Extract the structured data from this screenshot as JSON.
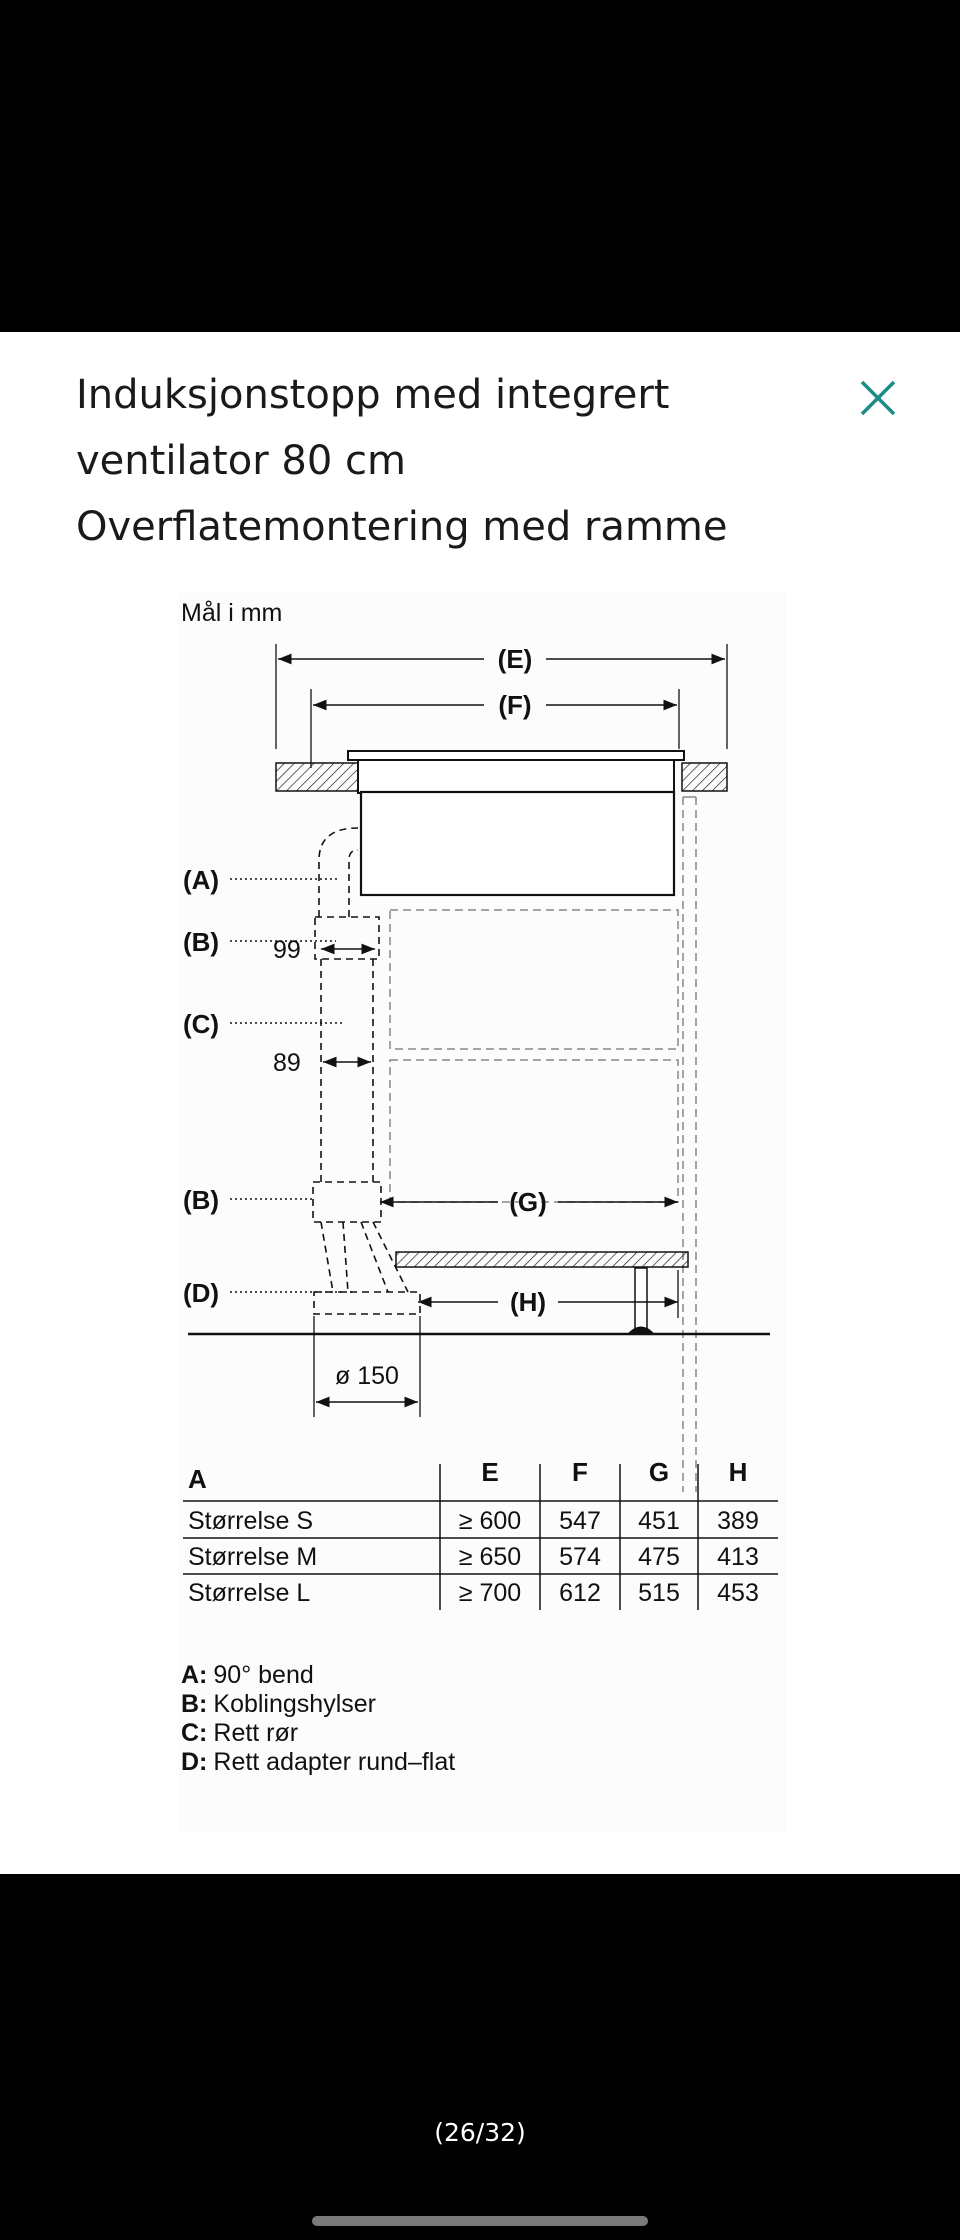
{
  "header": {
    "title_lines": [
      "Induksjonstopp med integrert",
      "ventilator 80 cm",
      "Overflatemontering med ramme"
    ],
    "close_icon": "close-x-icon",
    "accent_color": "#1e8c86"
  },
  "drawing": {
    "units_label": "Mål i mm",
    "dim_e": "(E)",
    "dim_f": "(F)",
    "dim_g": "(G)",
    "dim_h": "(H)",
    "callout_a": "(A)",
    "callout_b1": "(B)",
    "callout_c": "(C)",
    "callout_b2": "(B)",
    "callout_d": "(D)",
    "dim_99": "99",
    "dim_89": "89",
    "dim_diameter": "ø 150"
  },
  "table": {
    "headers": [
      "A",
      "E",
      "F",
      "G",
      "H"
    ],
    "rows": [
      [
        "Størrelse S",
        "≥ 600",
        "547",
        "451",
        "389"
      ],
      [
        "Størrelse M",
        "≥ 650",
        "574",
        "475",
        "413"
      ],
      [
        "Størrelse L",
        "≥ 700",
        "612",
        "515",
        "453"
      ]
    ]
  },
  "legend": [
    {
      "key": "A:",
      "text": "90° bend"
    },
    {
      "key": "B:",
      "text": "Koblingshylser"
    },
    {
      "key": "C:",
      "text": "Rett rør"
    },
    {
      "key": "D:",
      "text": "Rett adapter rund–flat"
    }
  ],
  "pager": {
    "counter": "(26/32)"
  }
}
